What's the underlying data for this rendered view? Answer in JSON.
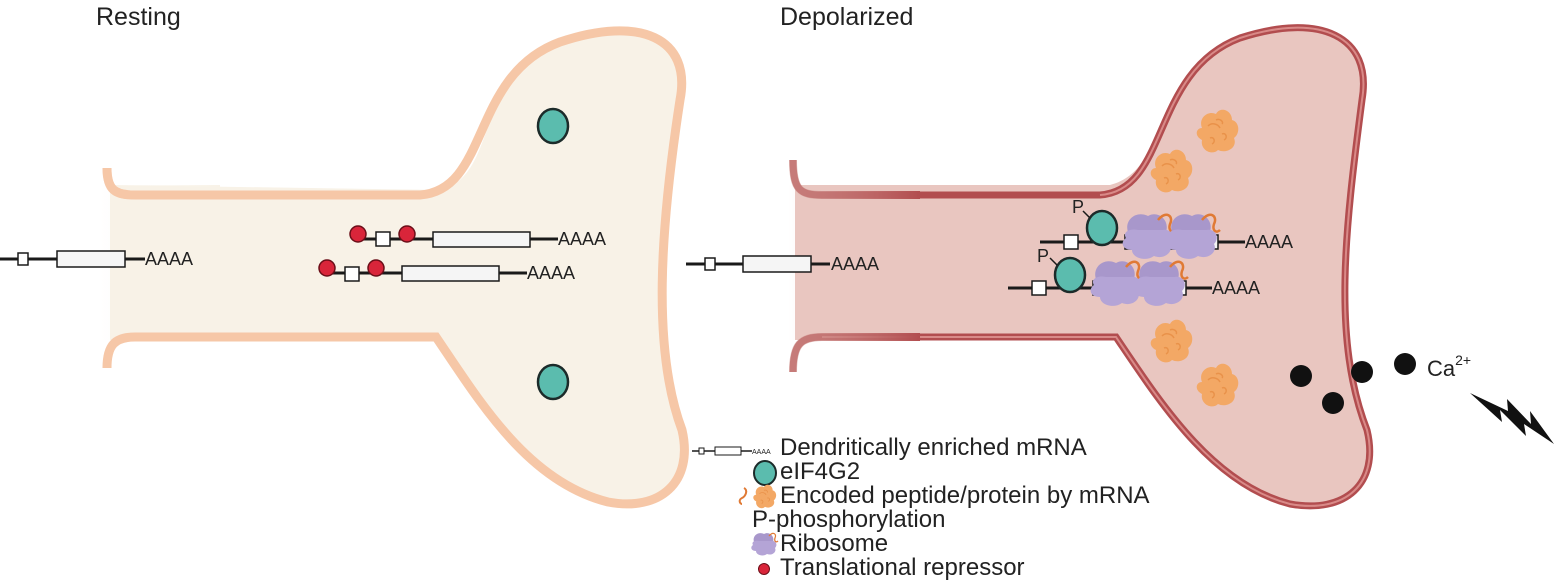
{
  "panels": {
    "resting": {
      "title": "Resting"
    },
    "depolarized": {
      "title": "Depolarized"
    }
  },
  "mrna": {
    "polyA": "AAAA"
  },
  "phospho_mark": "P",
  "calcium": {
    "base": "Ca",
    "charge": "2+"
  },
  "legend": {
    "mrna": "Dendritically enriched mRNA",
    "eif4g2": "eIF4G2",
    "peptide": "Encoded peptide/protein by mRNA",
    "phospho": "P-phosphorylation",
    "ribosome": "Ribosome",
    "repressor": "Translational repressor"
  },
  "colors": {
    "resting_fill": "#f8f2e7",
    "resting_membrane": "#f6c7a7",
    "depolarized_fill": "#e9c6c0",
    "depolarized_membrane": "#b24d4f",
    "eif4g2": "#5bbcae",
    "peptide": "#f3a865",
    "ribosome": "#a897cb",
    "repressor": "#d9253a",
    "calcium": "#111111"
  }
}
